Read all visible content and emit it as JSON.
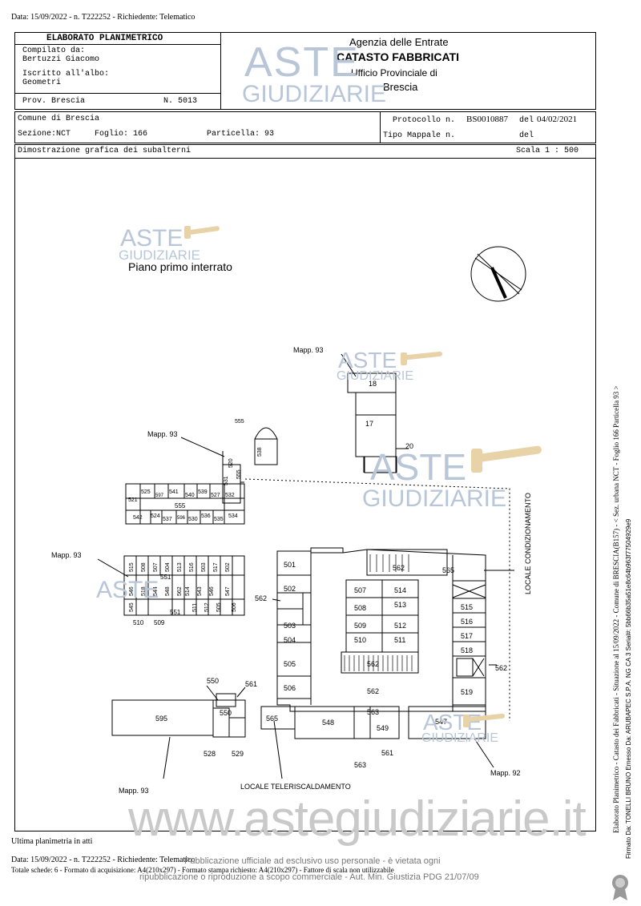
{
  "top_line": "Data: 15/09/2022 - n. T222252 - Richiedente: Telematico",
  "header": {
    "title": "ELABORATO PLANIMETRICO",
    "compiled_label": "Compilato da:",
    "compiled_name": "Bertuzzi Giacomo",
    "registered_label": "Iscritto all'albo:",
    "registered_value": "Geometri",
    "province": "Prov. Brescia",
    "number": "N. 5013",
    "agency_line1": "Agenzia delle Entrate",
    "agency_line2": "CATASTO FABBRICATI",
    "agency_line3": "Ufficio Provinciale di",
    "agency_line4": "Brescia"
  },
  "info": {
    "comune": "Comune di Brescia",
    "sezione": "Sezione:NCT",
    "foglio": "Foglio: 166",
    "particella": "Particella: 93",
    "protocollo_label": "Protocollo n.",
    "protocollo_value": "BS0010887",
    "del_label": "del",
    "del_value": "04/02/2021",
    "tipo_mappale": "Tipo Mappale n.",
    "del2": "del",
    "dimostrazione": "Dimostrazione grafica dei subalterni",
    "scala": "Scala 1 : 500"
  },
  "plan": {
    "floor_title": "Piano primo interrato",
    "mapp_93": "Mapp. 93",
    "mapp_92": "Mapp. 92",
    "locale_condizionamento": "LOCALE CONDIZIONAMENTO",
    "locale_teleriscaldamento": "LOCALE TELERISCALDAMENTO",
    "units": {
      "u18": "18",
      "u17": "17",
      "u20": "20",
      "u555a": "555",
      "u538": "538",
      "u520": "520",
      "u531": "531",
      "u555b": "555",
      "u532": "532",
      "u525": "525",
      "u597": "597",
      "u541": "541",
      "u540": "540",
      "u539": "539",
      "u527": "527",
      "u521": "521",
      "u555c": "555",
      "u542": "542",
      "u524": "524",
      "u537": "537",
      "u596": "596",
      "u530": "530",
      "u536": "536",
      "u535": "535",
      "u534": "534",
      "u515a": "515",
      "u508a": "508",
      "u507a": "507",
      "u504a": "504",
      "u513a": "513",
      "u516a": "516",
      "u503a": "503",
      "u517a": "517",
      "u502a": "502",
      "u551a": "551",
      "u546": "546",
      "u518": "518",
      "u544": "544",
      "u548a": "548",
      "u562a": "562",
      "u514": "514",
      "u543": "543",
      "u546b": "546",
      "u547a": "547",
      "u545": "545",
      "u551b": "551",
      "u511a": "511",
      "u512a": "512",
      "u505a": "505",
      "u506a": "506",
      "u510a": "510",
      "u509a": "509",
      "r501": "501",
      "r502": "502",
      "r503": "503",
      "r504": "504",
      "r505": "505",
      "r506": "506",
      "r562a": "562",
      "r562b": "562",
      "r562c": "562",
      "r562d": "562",
      "r562e": "562",
      "r565a": "565",
      "r565b": "565",
      "r507": "507",
      "r514": "514",
      "r508": "508",
      "r513": "513",
      "r509": "509",
      "r512": "512",
      "r510": "510",
      "r511": "511",
      "r515": "515",
      "r516": "516",
      "r517": "517",
      "r518": "518",
      "r519": "519",
      "r550a": "550",
      "r550b": "550",
      "r561a": "561",
      "r595": "595",
      "r528": "528",
      "r529": "529",
      "r548": "548",
      "r549": "549",
      "r547": "547",
      "r563a": "563",
      "r563b": "563",
      "r561b": "561"
    }
  },
  "watermark": {
    "aste": "ASTE",
    "giudiziarie": "GIUDIZIARIE",
    "website": "www.astegiudiziarie.it",
    "notice_line1": "Pubblicazione ufficiale ad esclusivo uso personale - è vietata ogni",
    "notice_line2": "ripubblicazione o riproduzione a scopo commerciale - Aut. Min. Giustizia PDG 21/07/09"
  },
  "footer": {
    "ultima": "Ultima planimetria in atti",
    "data_line": "Data: 15/09/2022 - n. T222252 - Richiedente: Telematico",
    "totale_line": "Totale schede: 6 - Formato di acquisizione: A4(210x297) - Formato stampa richiesto: A4(210x297) - Fattore di scala non utilizzabile"
  },
  "side": {
    "line1": "Elaborato Planimetrico - Catasto dei Fabbricati - Situazione al 15/09/2022 - Comune di BRESCIA(B157) - < Sez. urbana NCT - Foglio 166 Particella 93 >",
    "line2": "Firmato Da: TONELLI BRUNO Emesso Da: ARUBAPEC S.P.A. NG CA 3 Serial#: 5bb66b35a51e8c64b963f775049​29e9"
  }
}
